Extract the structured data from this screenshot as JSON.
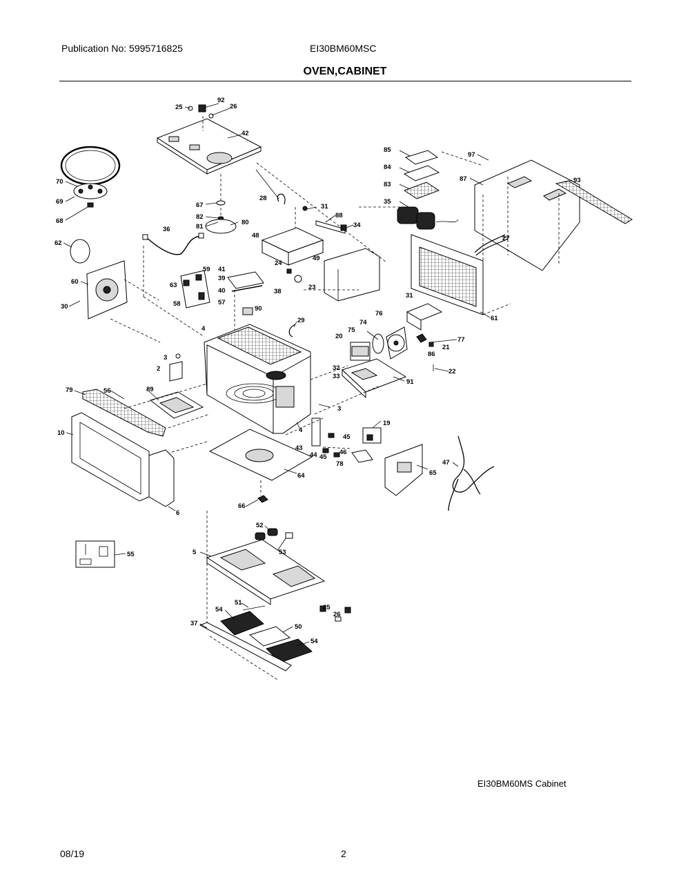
{
  "header": {
    "publication": "Publication No: 5995716825",
    "model": "EI30BM60MSC",
    "title": "OVEN,CABINET"
  },
  "diagram": {
    "caption": "EI30BM60MS Cabinet",
    "part_labels": [
      "25",
      "92",
      "26",
      "42",
      "70",
      "69",
      "68",
      "67",
      "82",
      "81",
      "36",
      "80",
      "62",
      "60",
      "30",
      "63",
      "59",
      "41",
      "39",
      "40",
      "58",
      "57",
      "38",
      "90",
      "28",
      "31",
      "88",
      "34",
      "48",
      "49",
      "24",
      "23",
      "85",
      "84",
      "83",
      "35",
      "97",
      "87",
      "93",
      "27",
      "61",
      "31",
      "76",
      "74",
      "75",
      "20",
      "77",
      "86",
      "21",
      "22",
      "32",
      "33",
      "91",
      "29",
      "4",
      "3",
      "2",
      "79",
      "56",
      "89",
      "10",
      "6",
      "43",
      "4",
      "3",
      "45",
      "44",
      "46",
      "45",
      "78",
      "19",
      "65",
      "47",
      "64",
      "66",
      "52",
      "53",
      "55",
      "5",
      "25",
      "26",
      "51",
      "54",
      "50",
      "37",
      "54"
    ]
  },
  "footer": {
    "date": "08/19",
    "page": "2"
  }
}
